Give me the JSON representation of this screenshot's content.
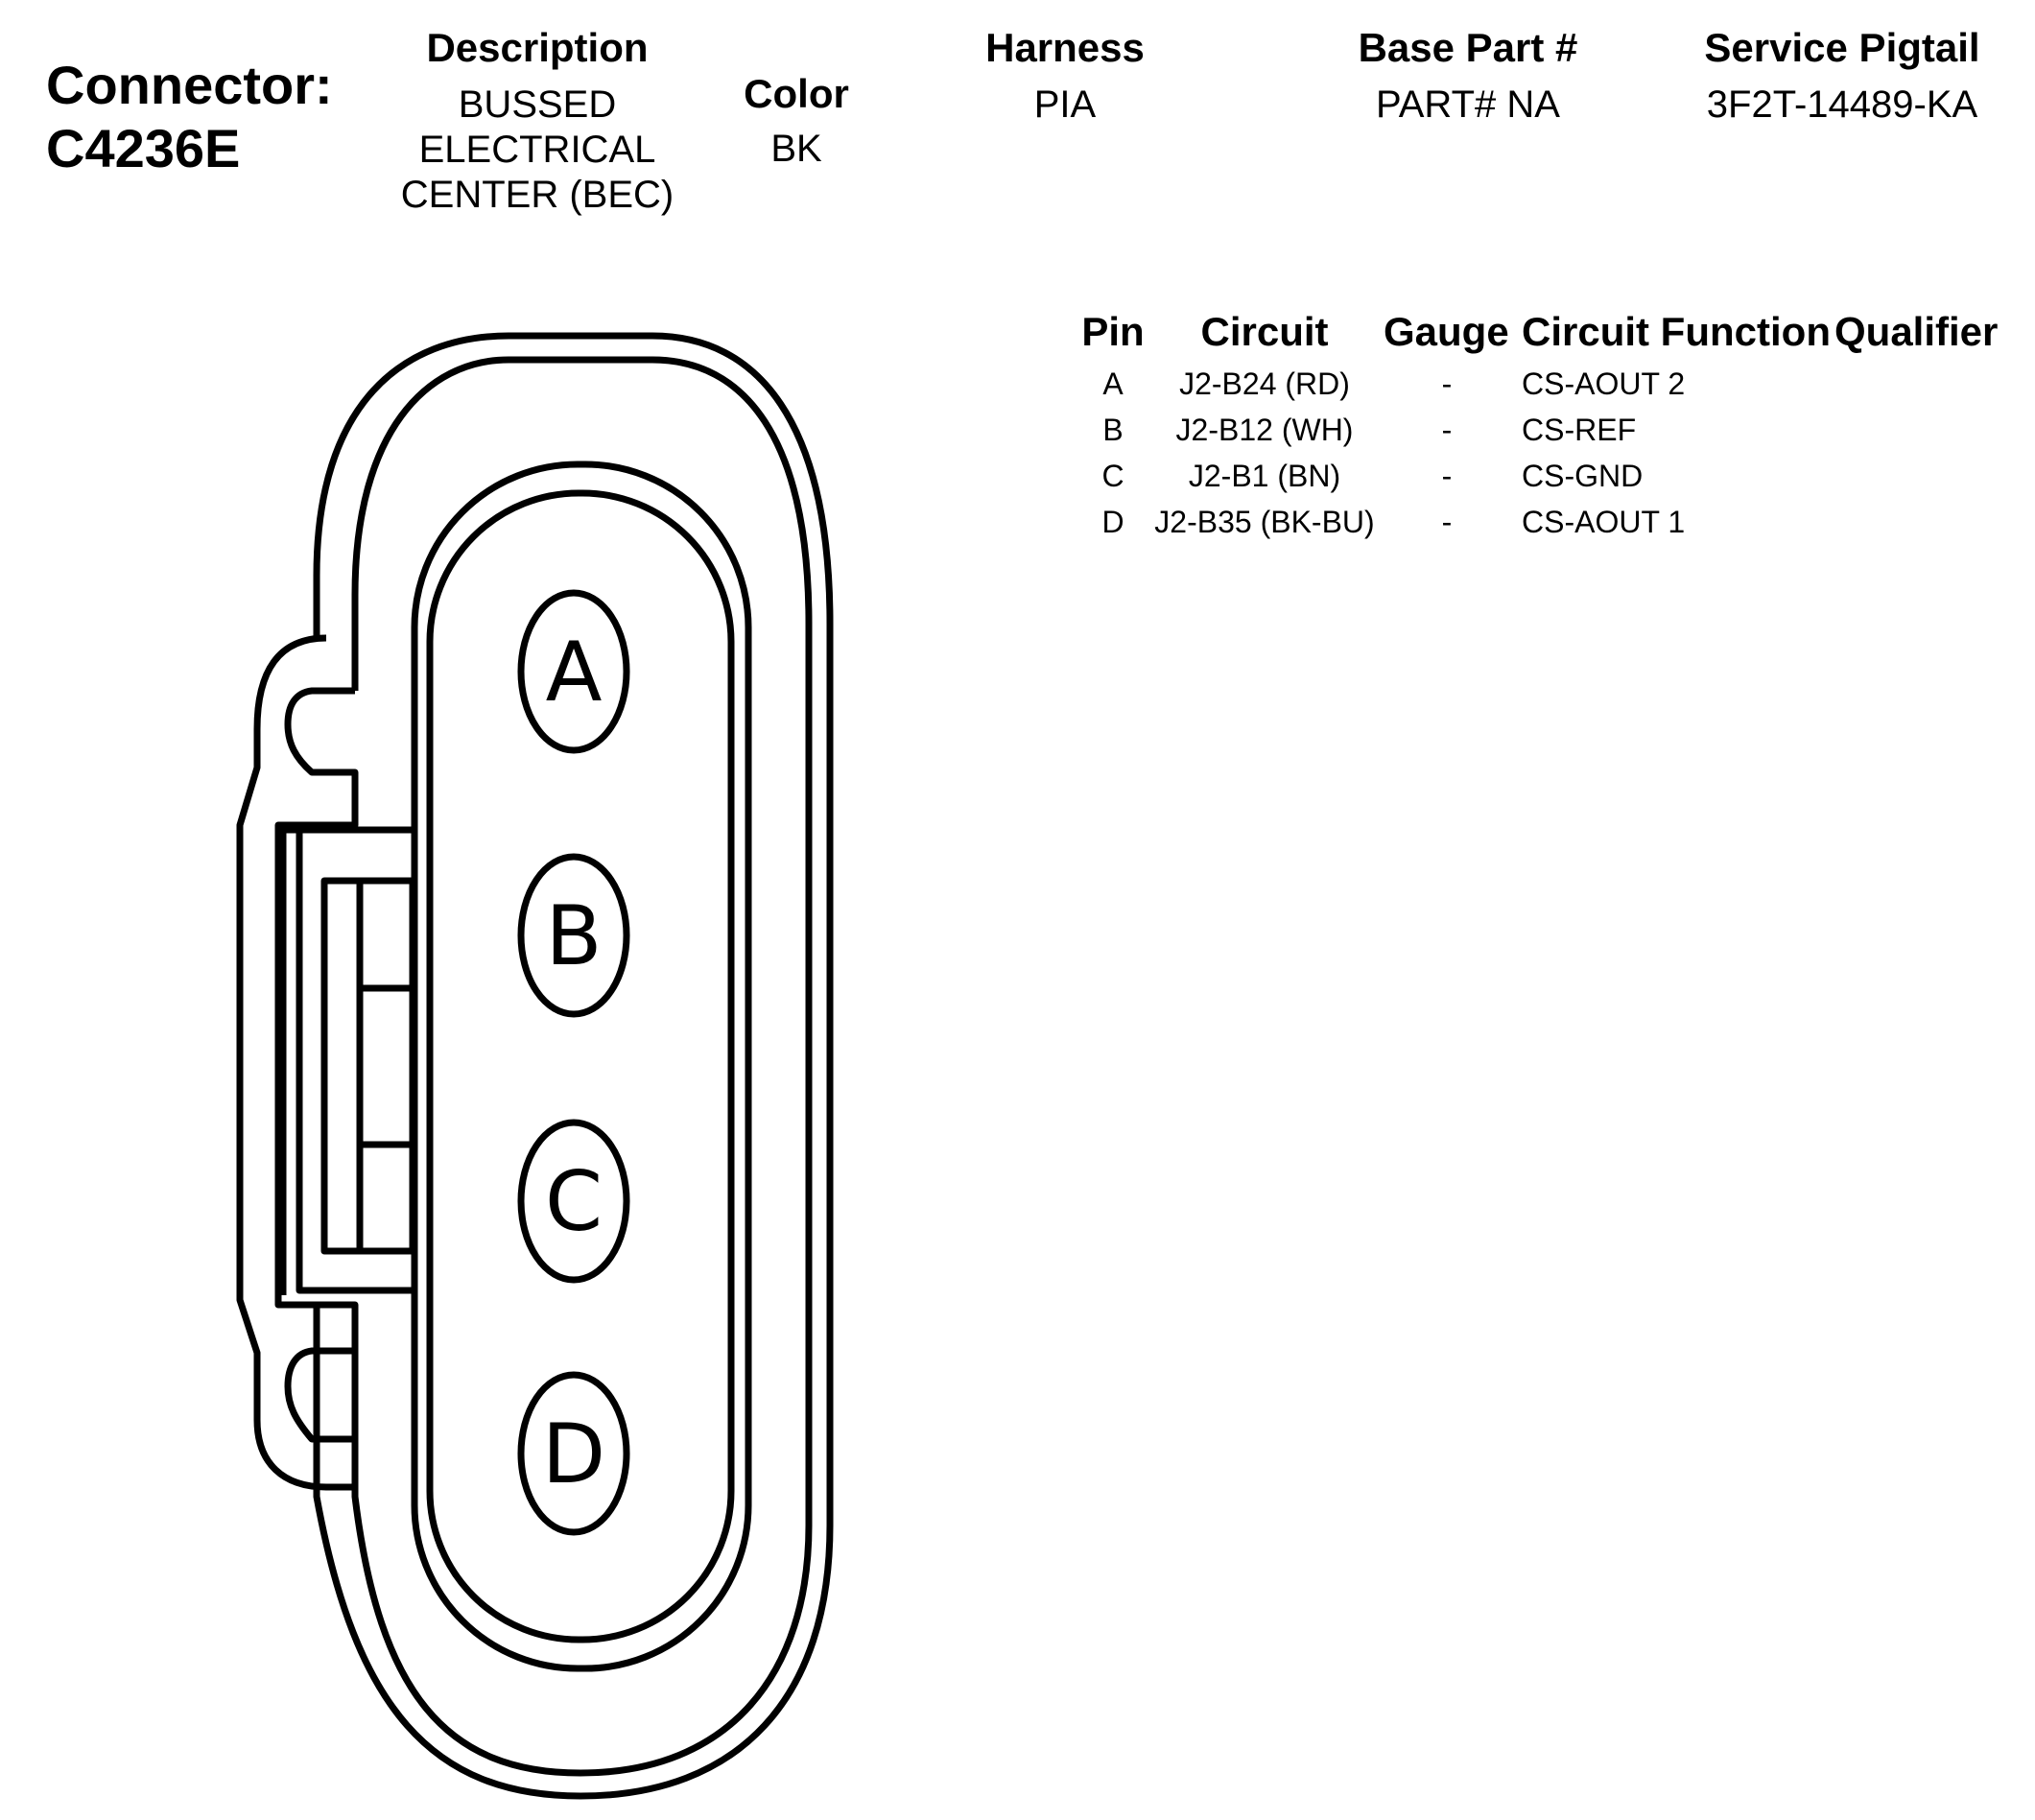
{
  "connector": {
    "label": "Connector:",
    "id": "C4236E"
  },
  "header": {
    "description": {
      "title": "Description",
      "lines": [
        "BUSSED",
        "ELECTRICAL",
        "CENTER (BEC)"
      ]
    },
    "color": {
      "title": "Color",
      "value": "BK"
    },
    "harness": {
      "title": "Harness",
      "value": "PIA"
    },
    "base_part": {
      "title": "Base Part #",
      "value": "PART# NA"
    },
    "service_pigtail": {
      "title": "Service Pigtail",
      "value": "3F2T-14489-KA"
    }
  },
  "pin_table": {
    "columns": [
      "Pin",
      "Circuit",
      "Gauge",
      "Circuit Function",
      "Qualifier"
    ],
    "rows": [
      {
        "pin": "A",
        "circuit": "J2-B24 (RD)",
        "gauge": "-",
        "function": "CS-AOUT 2",
        "qualifier": ""
      },
      {
        "pin": "B",
        "circuit": "J2-B12 (WH)",
        "gauge": "-",
        "function": "CS-REF",
        "qualifier": ""
      },
      {
        "pin": "C",
        "circuit": "J2-B1 (BN)",
        "gauge": "-",
        "function": "CS-GND",
        "qualifier": ""
      },
      {
        "pin": "D",
        "circuit": "J2-B35 (BK-BU)",
        "gauge": "-",
        "function": "CS-AOUT 1",
        "qualifier": ""
      }
    ]
  },
  "diagram": {
    "pins": [
      "A",
      "B",
      "C",
      "D"
    ]
  }
}
